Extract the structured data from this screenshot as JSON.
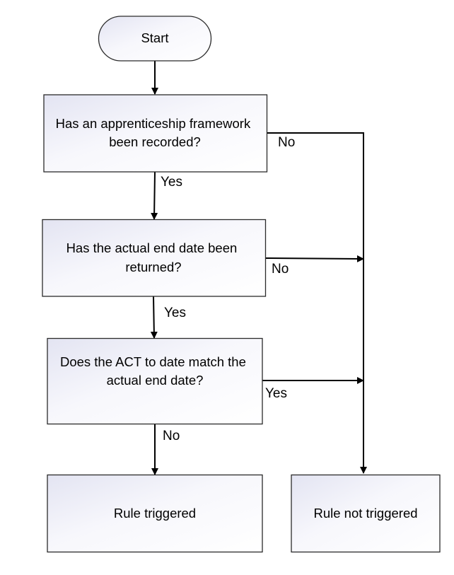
{
  "nodes": {
    "start": "Start",
    "q1": [
      "Has an apprenticeship framework",
      "been recorded?"
    ],
    "q2": [
      "Has the actual end date been",
      "returned?"
    ],
    "q3": [
      "Does the ACT to date match the",
      "actual end date?"
    ],
    "triggered": "Rule triggered",
    "not_triggered": "Rule not triggered"
  },
  "edges": {
    "q1_yes": "Yes",
    "q1_no": "No",
    "q2_yes": "Yes",
    "q2_no": "No",
    "q3_no": "No",
    "q3_yes": "Yes"
  },
  "colors": {
    "box_fill_light": "#ffffff",
    "box_fill_shade": "#e6e7f3",
    "line": "#000000"
  }
}
